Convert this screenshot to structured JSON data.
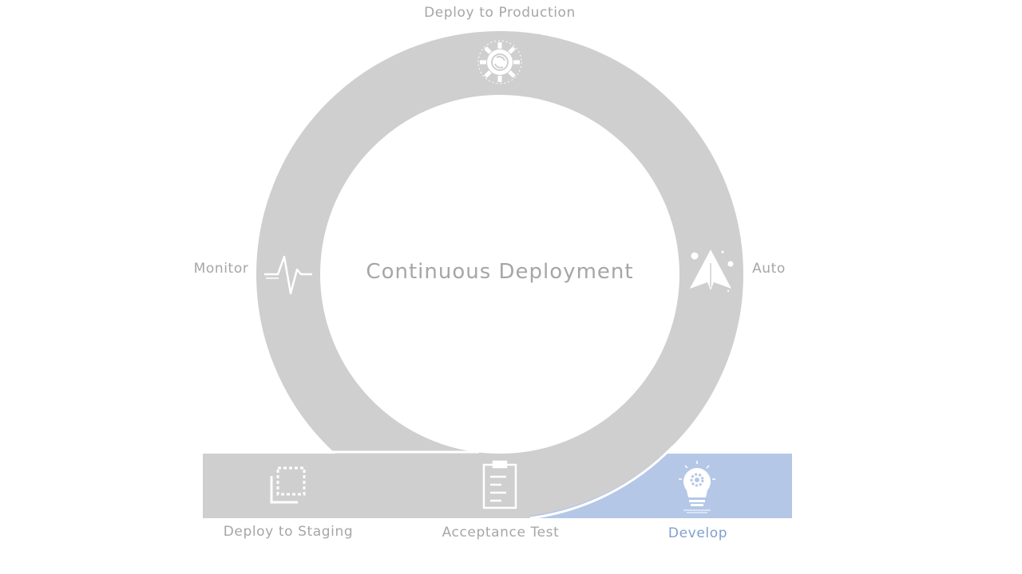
{
  "title": "Continuous Deployment",
  "stages": {
    "deploy_to_production": "Deploy to Production",
    "monitor": "Monitor",
    "auto": "Auto",
    "deploy_to_staging": "Deploy to Staging",
    "acceptance_test": "Acceptance Test",
    "develop": "Develop"
  },
  "active_stage": "develop",
  "icons": {
    "deploy_to_production": "gear-refresh-icon",
    "monitor": "pulse-icon",
    "auto": "paper-plane-icon",
    "deploy_to_staging": "copy-dashed-icon",
    "acceptance_test": "clipboard-icon",
    "develop": "lightbulb-gear-icon"
  },
  "colors": {
    "ring": "#d0cfd0",
    "active": "#b4c7e7",
    "label": "#a6a6a6",
    "active_label": "#7f9fd0",
    "icon": "#ffffff"
  }
}
